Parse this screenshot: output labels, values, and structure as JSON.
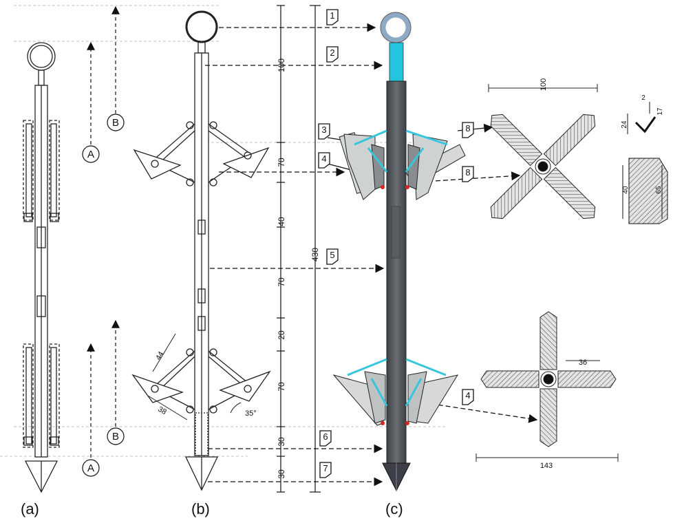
{
  "captions": [
    "(a)",
    "(b)",
    "(c)"
  ],
  "view_labels": {
    "A": "A",
    "B": "B"
  },
  "callouts": [
    "1",
    "2",
    "3",
    "4",
    "5",
    "6",
    "7",
    "8",
    "8",
    "4"
  ],
  "dimensions_vertical": [
    "100",
    "70",
    "40",
    "70",
    "20",
    "70",
    "30",
    "30"
  ],
  "total_length": "430",
  "detail_dims_b": {
    "d44": "44",
    "d38": "38",
    "angle": "35°"
  },
  "detail_top": {
    "span": "100",
    "d2": "2",
    "d17": "17",
    "d24": "24",
    "d40": "40",
    "d65": "65"
  },
  "detail_bottom": {
    "d36": "36",
    "span": "143"
  },
  "colors": {
    "ring": "#8ea9c4",
    "neck": "#22c5dc",
    "shaft": "#505459",
    "arm": "#37c6dc",
    "blade": "#d0d2d2",
    "tip": "#3c3e4a",
    "pivot": "#d9261c"
  }
}
